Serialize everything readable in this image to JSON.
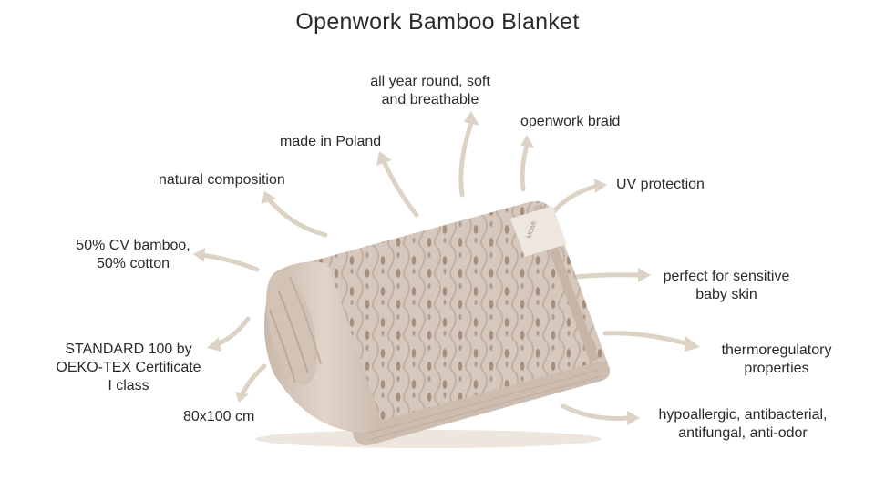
{
  "title": "Openwork Bamboo Blanket",
  "features": {
    "year_round_1": "all year round, soft",
    "year_round_2": "and breathable",
    "openwork_braid": "openwork braid",
    "made_in": "made in Poland",
    "uv": "UV protection",
    "natural": "natural composition",
    "composition_1": "50% CV bamboo,",
    "composition_2": "50% cotton",
    "sensitive_1": "perfect for sensitive",
    "sensitive_2": "baby skin",
    "oeko_1": "STANDARD 100 by",
    "oeko_2": "OEKO-TEX Certificate",
    "oeko_3": "I class",
    "thermo_1": "thermoregulatory",
    "thermo_2": "properties",
    "size": "80x100 cm",
    "hypo_1": "hypoallergic, antibacterial,",
    "hypo_2": "antifungal, anti-odor"
  },
  "colors": {
    "arrow": "#ddd3c5",
    "blanket": "#d9cbc0",
    "blanket_shadow": "#c4b3a6",
    "holes": "#a89486"
  }
}
